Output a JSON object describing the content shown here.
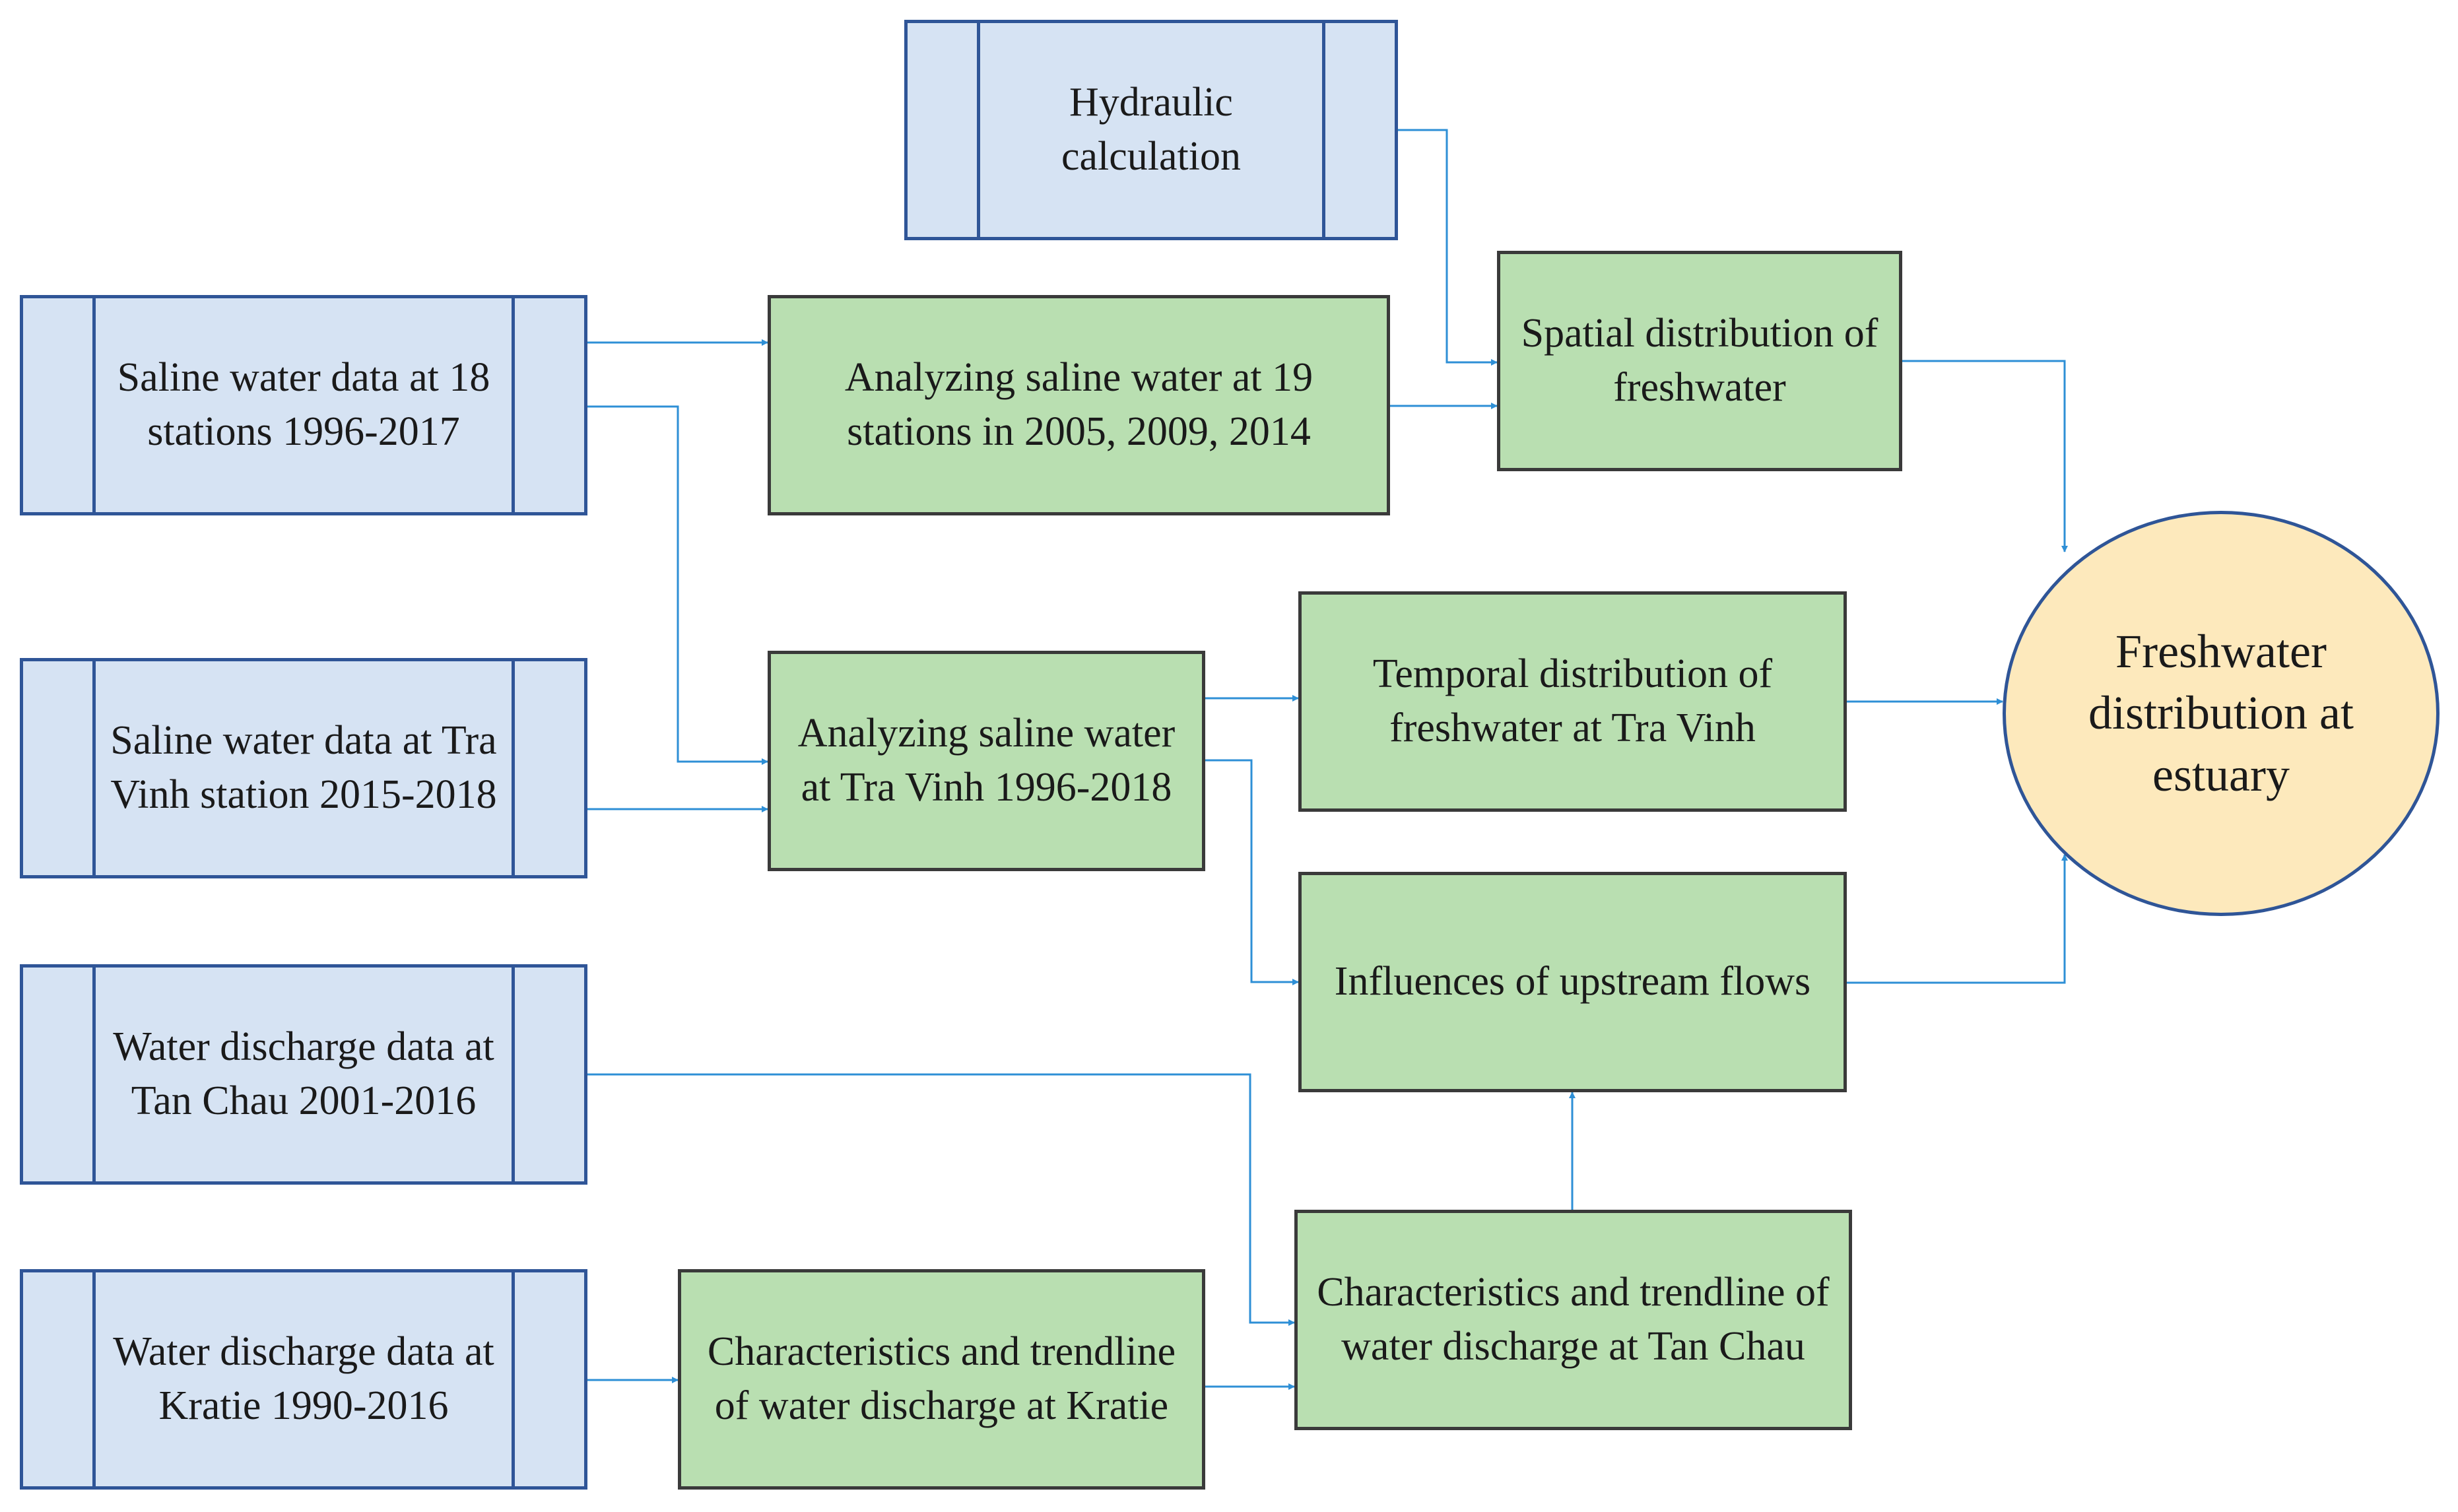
{
  "diagram": {
    "nodes": {
      "hydraulic": "Hydraulic calculation",
      "saline_18": "Saline water data  at 18 stations 1996-2017",
      "saline_tv": "Saline water data  at Tra Vinh station 2015-2018",
      "discharge_tc": "Water discharge data at Tan Chau 2001-2016",
      "discharge_kr": "Water discharge data at Kratie 1990-2016",
      "analyze_19": "Analyzing saline water at 19 stations in 2005, 2009, 2014",
      "analyze_tv": "Analyzing saline water at Tra Vinh 1996-2018",
      "char_kratie": "Characteristics and trendline of water discharge at Kratie",
      "spatial": "Spatial distribution of freshwater",
      "temporal": "Temporal distribution of freshwater at Tra Vinh",
      "upstream": "Influences of upstream flows",
      "char_tanchau": "Characteristics and trendline of water discharge at Tan Chau",
      "result": "Freshwater distribution at estuary"
    },
    "colors": {
      "data_fill": "#d6e3f3",
      "data_border": "#2f5597",
      "process_fill": "#b9dfb1",
      "process_border": "#3a3a3a",
      "result_fill": "#fde9bc",
      "connector": "#2e8fd6"
    }
  }
}
